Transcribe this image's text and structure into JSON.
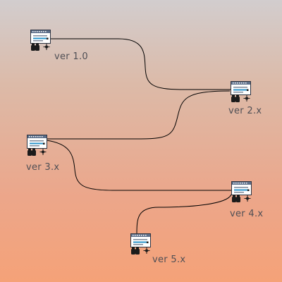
{
  "diagram": {
    "background": {
      "top": "#d2cdce",
      "bottom": "#f5a278"
    },
    "connector_color": "#000000",
    "label_color": "#4f4f55",
    "node_icon": "binoculars-window-icon",
    "versions": [
      {
        "id": "v1",
        "label": "ver 1.0"
      },
      {
        "id": "v2",
        "label": "ver 2.x"
      },
      {
        "id": "v3",
        "label": "ver 3.x"
      },
      {
        "id": "v4",
        "label": "ver 4.x"
      },
      {
        "id": "v5",
        "label": "ver 5.x"
      }
    ],
    "links": [
      {
        "from": "v1",
        "to": "v2"
      },
      {
        "from": "v2",
        "to": "v3"
      },
      {
        "from": "v3",
        "to": "v4"
      },
      {
        "from": "v4",
        "to": "v5"
      }
    ]
  }
}
